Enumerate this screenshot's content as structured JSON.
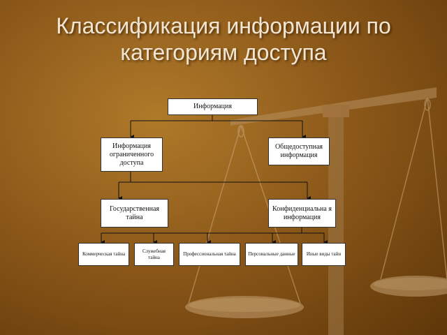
{
  "slide": {
    "title_line1": "Классификация информации по",
    "title_line2": "категориям доступа"
  },
  "diagram": {
    "root": "Информация",
    "restricted": "Информация ограниченного доступа",
    "public": "Общедоступная информация",
    "state_secret": "Государственная тайна",
    "confidential": "Конфиденциальна я информация",
    "leaves": [
      "Коммерческая тайна",
      "Служебная тайна",
      "Профессиональная тайна",
      "Персональные данные",
      "Иные виды тайн"
    ]
  },
  "colors": {
    "background": "#8e5a1a",
    "title": "#f2e6d2",
    "box": "#ffffff"
  }
}
